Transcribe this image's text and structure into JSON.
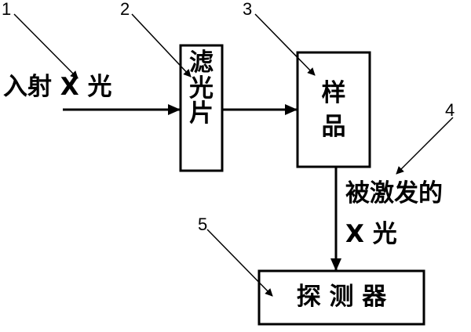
{
  "callouts": [
    "1",
    "2",
    "3",
    "4",
    "5"
  ],
  "input_label": "入射 X 光",
  "filter_label": [
    "滤",
    "光",
    "片"
  ],
  "sample_label": [
    "样",
    "品"
  ],
  "excited_label": [
    "被激发的",
    "X 光"
  ],
  "detector_label": "探 测 器",
  "colors": {
    "stroke": "#000000",
    "background": "#ffffff"
  }
}
